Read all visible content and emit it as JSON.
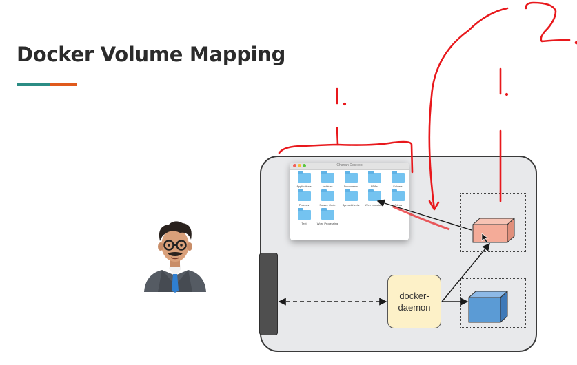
{
  "slide": {
    "title": "Docker Volume Mapping",
    "accent_colors": {
      "teal": "#2b8c84",
      "orange": "#e05a1c"
    }
  },
  "diagram": {
    "daemon_label": "docker-\ndaemon",
    "container_color": "#f4ab98",
    "image_color": "#5b9bd5",
    "host_bg": "#e8e9eb"
  },
  "finder": {
    "window_title": "Chanan Desktop",
    "folders": [
      "Applications",
      "Archives",
      "Documents",
      "PDFs",
      "Folders",
      "Pictures",
      "Source Code",
      "Spreadsheets",
      "Web Locations",
      "Videos",
      "Text",
      "Word Processing"
    ]
  },
  "annotations": {
    "ink_color": "#e8181c",
    "marks": [
      "1.",
      "1.",
      "2."
    ]
  },
  "icons": [
    "developer-avatar",
    "folder-icon",
    "container-cube",
    "image-cube"
  ]
}
